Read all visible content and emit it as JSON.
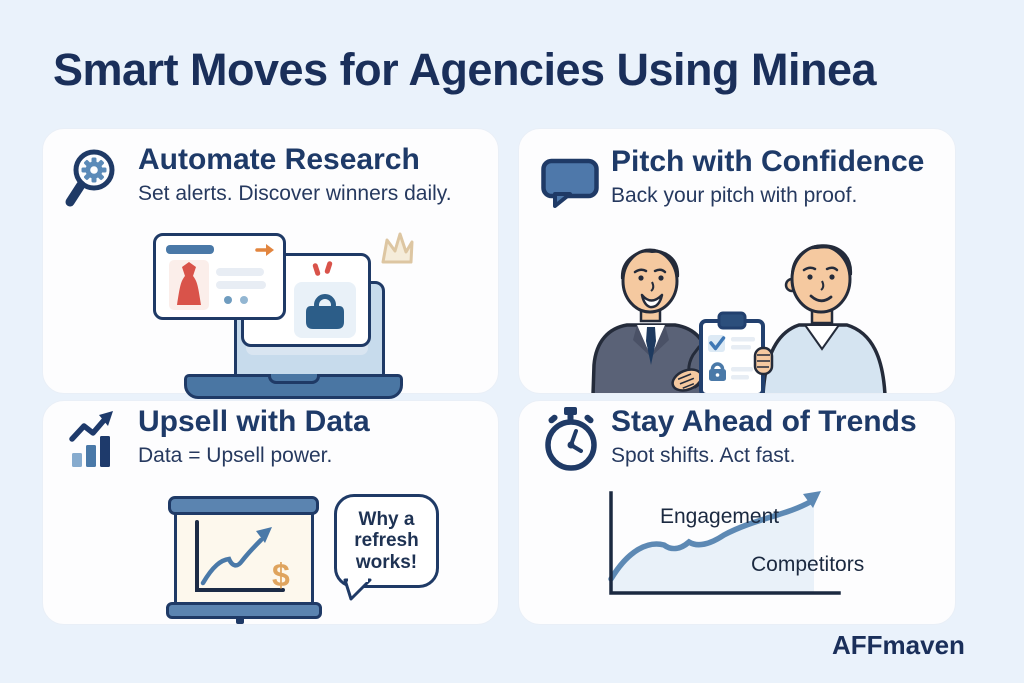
{
  "page": {
    "title": "Smart Moves for Agencies Using Minea",
    "brand": "AFFmaven",
    "background_color": "#eaf2fb",
    "card_color": "#fdfdfe",
    "title_color": "#1a2f5a"
  },
  "cards": [
    {
      "title": "Automate Research",
      "subtitle": "Set alerts. Discover winners daily.",
      "icon": "magnifier-gear-icon",
      "illustration": "laptop-with-product-cards"
    },
    {
      "title": "Pitch with Confidence",
      "subtitle": "Back your pitch with proof.",
      "icon": "speech-bubble-icon",
      "illustration": "two-people-with-clipboard"
    },
    {
      "title": "Upsell with Data",
      "subtitle": "Data = Upsell power.",
      "icon": "bar-chart-arrow-icon",
      "illustration": "presentation-board-growth-chart",
      "bubble_text": "Why a refresh works!",
      "currency_symbol": "$"
    },
    {
      "title": "Stay Ahead of Trends",
      "subtitle": "Spot shifts. Act fast.",
      "icon": "stopwatch-icon",
      "illustration": "rising-trend-line-chart",
      "chart": {
        "type": "line",
        "trend": "rising",
        "label_above": "Engagement",
        "label_below": "Competitors"
      }
    }
  ],
  "colors": {
    "navy": "#1f3a66",
    "steel_blue": "#4a79a8",
    "light_blue_fill": "#c7dbec",
    "red": "#d9534a",
    "orange": "#e2853f",
    "gold": "#dfa45e",
    "beige": "#ddc6a2",
    "suit_gray": "#5a6277",
    "skin": "#f5c9a0",
    "hair": "#2b3240",
    "shirt_light_blue": "#d5e4f1"
  }
}
